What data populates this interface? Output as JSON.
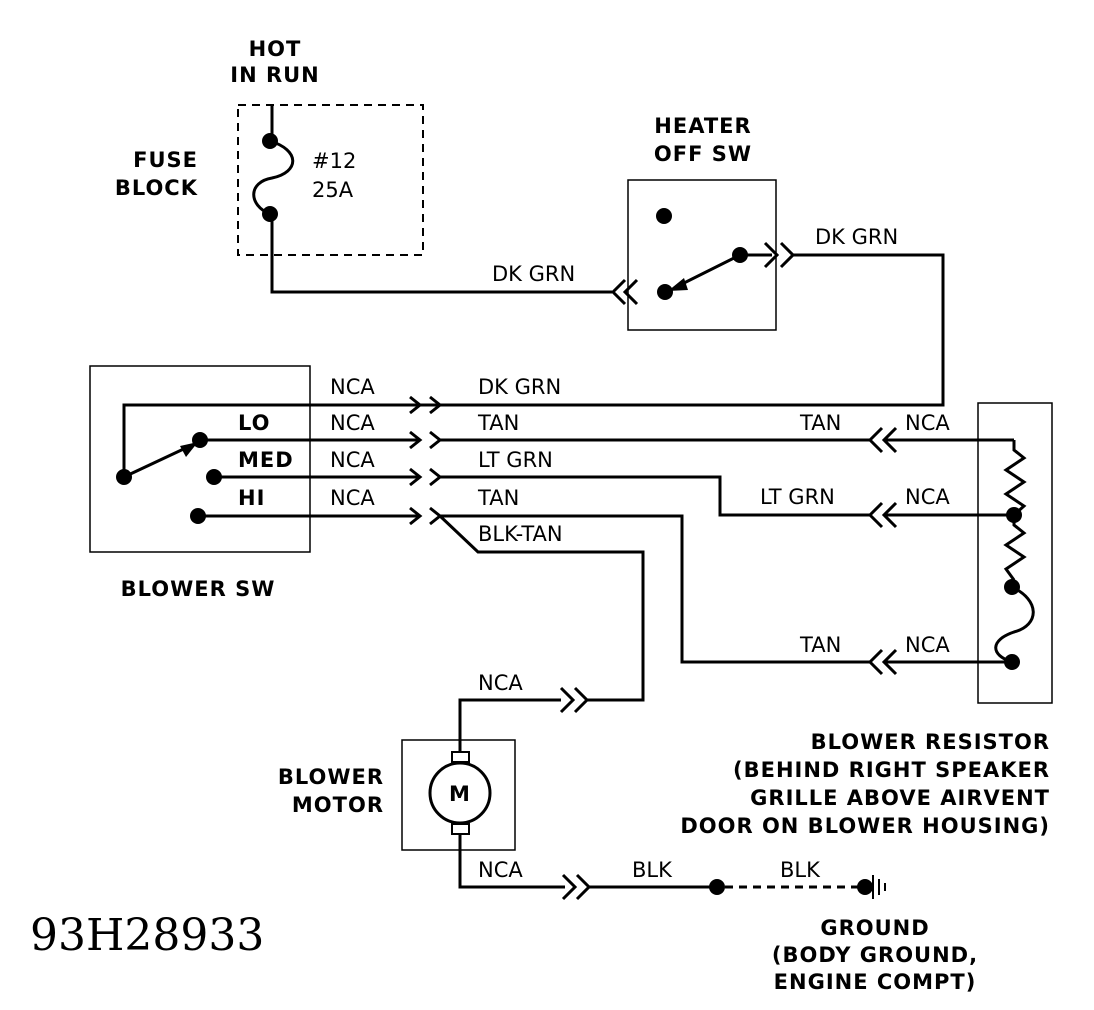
{
  "labels": {
    "hot_in_run_1": "HOT",
    "hot_in_run_2": "IN RUN",
    "fuse_block_1": "FUSE",
    "fuse_block_2": "BLOCK",
    "fuse_num": "#12",
    "fuse_amp": "25A",
    "heater_sw_1": "HEATER",
    "heater_sw_2": "OFF SW",
    "blower_sw": "BLOWER SW",
    "sw_lo": "LO",
    "sw_med": "MED",
    "sw_hi": "HI",
    "blower_motor_1": "BLOWER",
    "blower_motor_2": "MOTOR",
    "motor_symbol": "M",
    "resistor_1": "BLOWER RESISTOR",
    "resistor_2": "(BEHIND RIGHT SPEAKER",
    "resistor_3": "GRILLE ABOVE AIRVENT",
    "resistor_4": "DOOR ON BLOWER HOUSING)",
    "ground_1": "GROUND",
    "ground_2": "(BODY GROUND,",
    "ground_3": "ENGINE COMPT)",
    "figure_code": "93H28933"
  },
  "wires": {
    "fuse_to_heater": "DK GRN",
    "heater_to_resistor": "DK GRN",
    "sw_nca_1": "NCA",
    "sw_out_1": "DK GRN",
    "sw_nca_lo": "NCA",
    "sw_out_lo": "TAN",
    "sw_nca_med": "NCA",
    "sw_out_med": "LT GRN",
    "sw_nca_hi": "NCA",
    "sw_out_hi": "TAN",
    "blk_tan": "BLK-TAN",
    "res_tan_top": "TAN",
    "res_nca_top": "NCA",
    "res_ltgrn": "LT GRN",
    "res_nca_mid": "NCA",
    "res_tan_bot": "TAN",
    "res_nca_bot": "NCA",
    "motor_nca_top": "NCA",
    "motor_nca_bot": "NCA",
    "blk_1": "BLK",
    "blk_2": "BLK"
  }
}
